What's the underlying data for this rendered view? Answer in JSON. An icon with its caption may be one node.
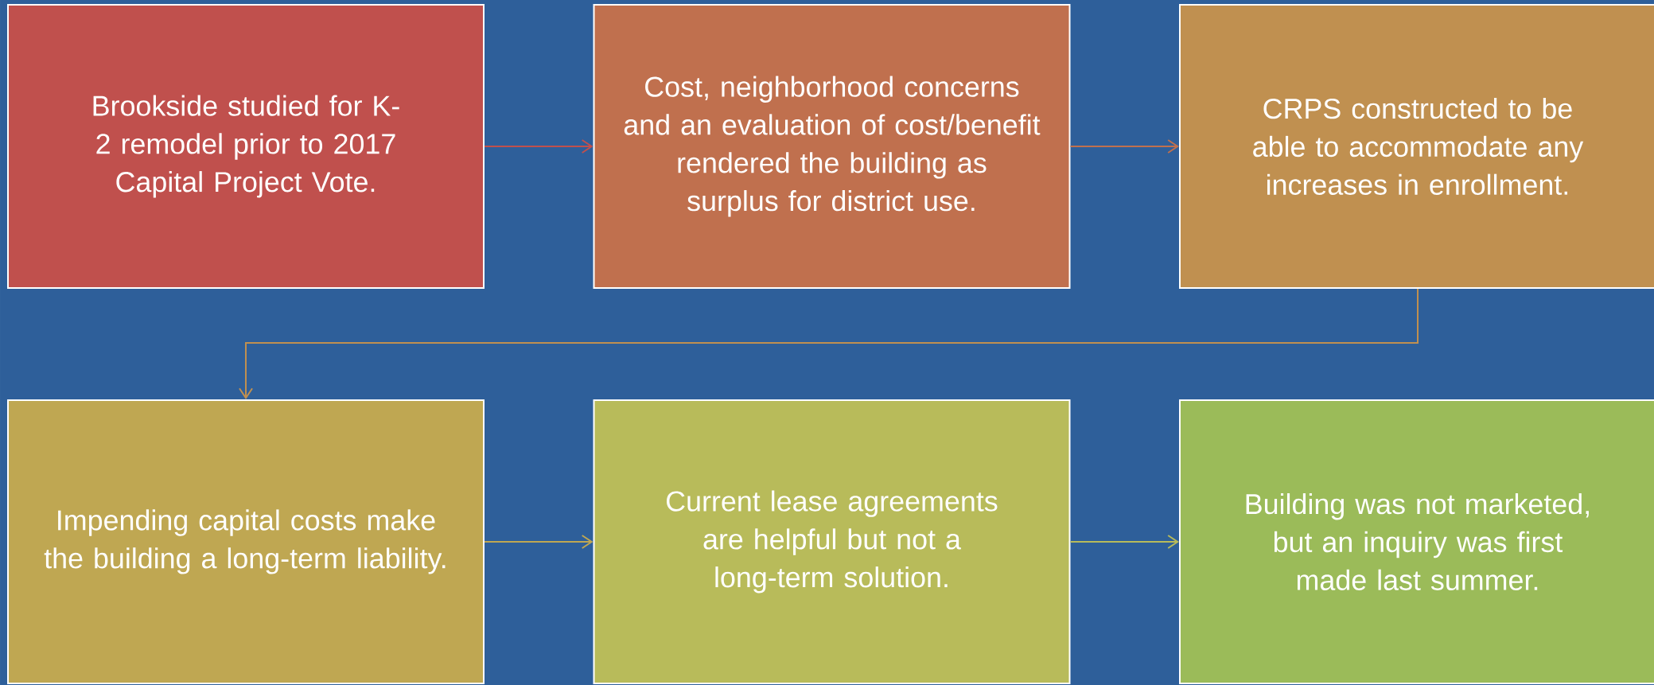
{
  "diagram": {
    "nodes": [
      {
        "text": [
          "Brookside studied for K-2 remodel prior to 2017 Capital Project Vote."
        ]
      },
      {
        "text": [
          "Cost, neighborhood concerns and an evaluation of cost/benefit rendered the building as surplus for district use."
        ]
      },
      {
        "text": [
          "CRPS constructed to be able to accommodate any increases in enrollment."
        ]
      },
      {
        "text": [
          "Impending capital costs make the building a long-term liability."
        ]
      },
      {
        "text": [
          "Current lease agreements are helpful but not a long-term solution."
        ]
      },
      {
        "text": [
          "Building was not marketed, but an inquiry was first made last summer."
        ]
      }
    ],
    "edges": [
      {
        "from": 0,
        "to": 1,
        "arrow": "to",
        "color": "#c0504d"
      },
      {
        "from": 1,
        "to": 2,
        "arrow": "to",
        "color": "#c0704e"
      },
      {
        "from": 2,
        "to": 3,
        "arrow": "to",
        "color": "#c09050"
      },
      {
        "from": 3,
        "to": 4,
        "arrow": "to",
        "color": "#bfa752"
      },
      {
        "from": 4,
        "to": 5,
        "arrow": "to",
        "color": "#b8bb5a"
      }
    ]
  }
}
